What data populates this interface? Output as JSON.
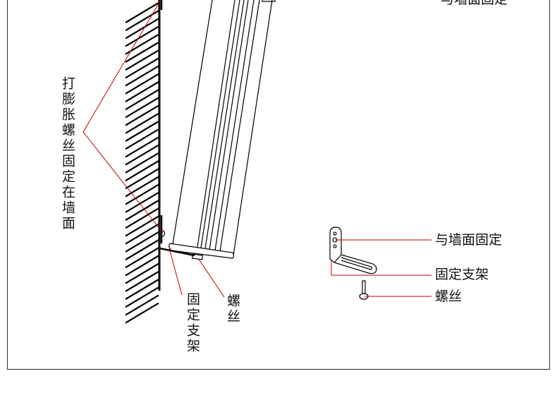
{
  "labels": {
    "wall_fix_top": "与墙面固定",
    "expansion_screw": "打膨胀螺丝固定在墙面",
    "bracket_vertical": "固定支架",
    "screw_vertical": "螺丝",
    "wall_fix": "与墙面固定",
    "bracket": "固定支架",
    "screw": "螺丝"
  },
  "colors": {
    "leader": "#c00000",
    "line": "#000000",
    "frame": "#444444"
  }
}
